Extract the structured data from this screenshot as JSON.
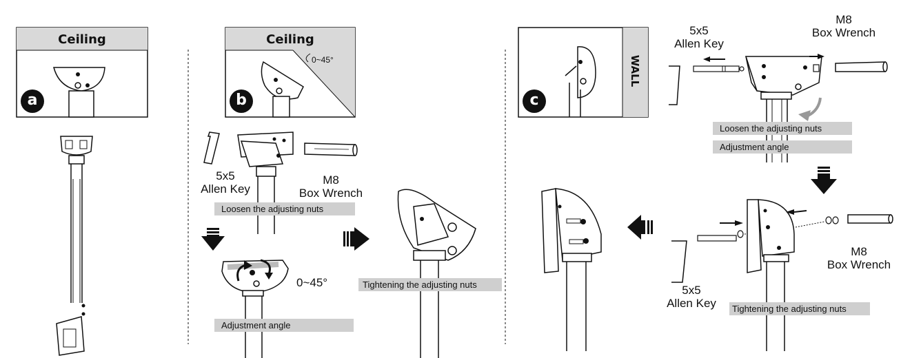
{
  "colors": {
    "line": "#111111",
    "panel_gray": "#d9d9d9",
    "label_bar": "#cfcfcf",
    "step_circle": "#111111"
  },
  "panels": {
    "a": {
      "title": "Ceiling",
      "step": "a"
    },
    "b": {
      "title": "Ceiling",
      "step": "b",
      "angle": "0~45°"
    },
    "c": {
      "title": "WALL",
      "step": "c"
    }
  },
  "labels": {
    "allen_key_size": "5x5",
    "allen_key": "Allen Key",
    "wrench_size": "M8",
    "box_wrench": "Box Wrench",
    "loosen": "Loosen the adjusting nuts",
    "adjustment_angle": "Adjustment angle",
    "tightening": "Tightening the adjusting nuts",
    "angle_range": "0~45°"
  },
  "icons": [
    "down-arrow-icon",
    "right-arrow-icon",
    "left-arrow-icon",
    "curved-arrow-icon",
    "rotate-arrow-icon"
  ]
}
